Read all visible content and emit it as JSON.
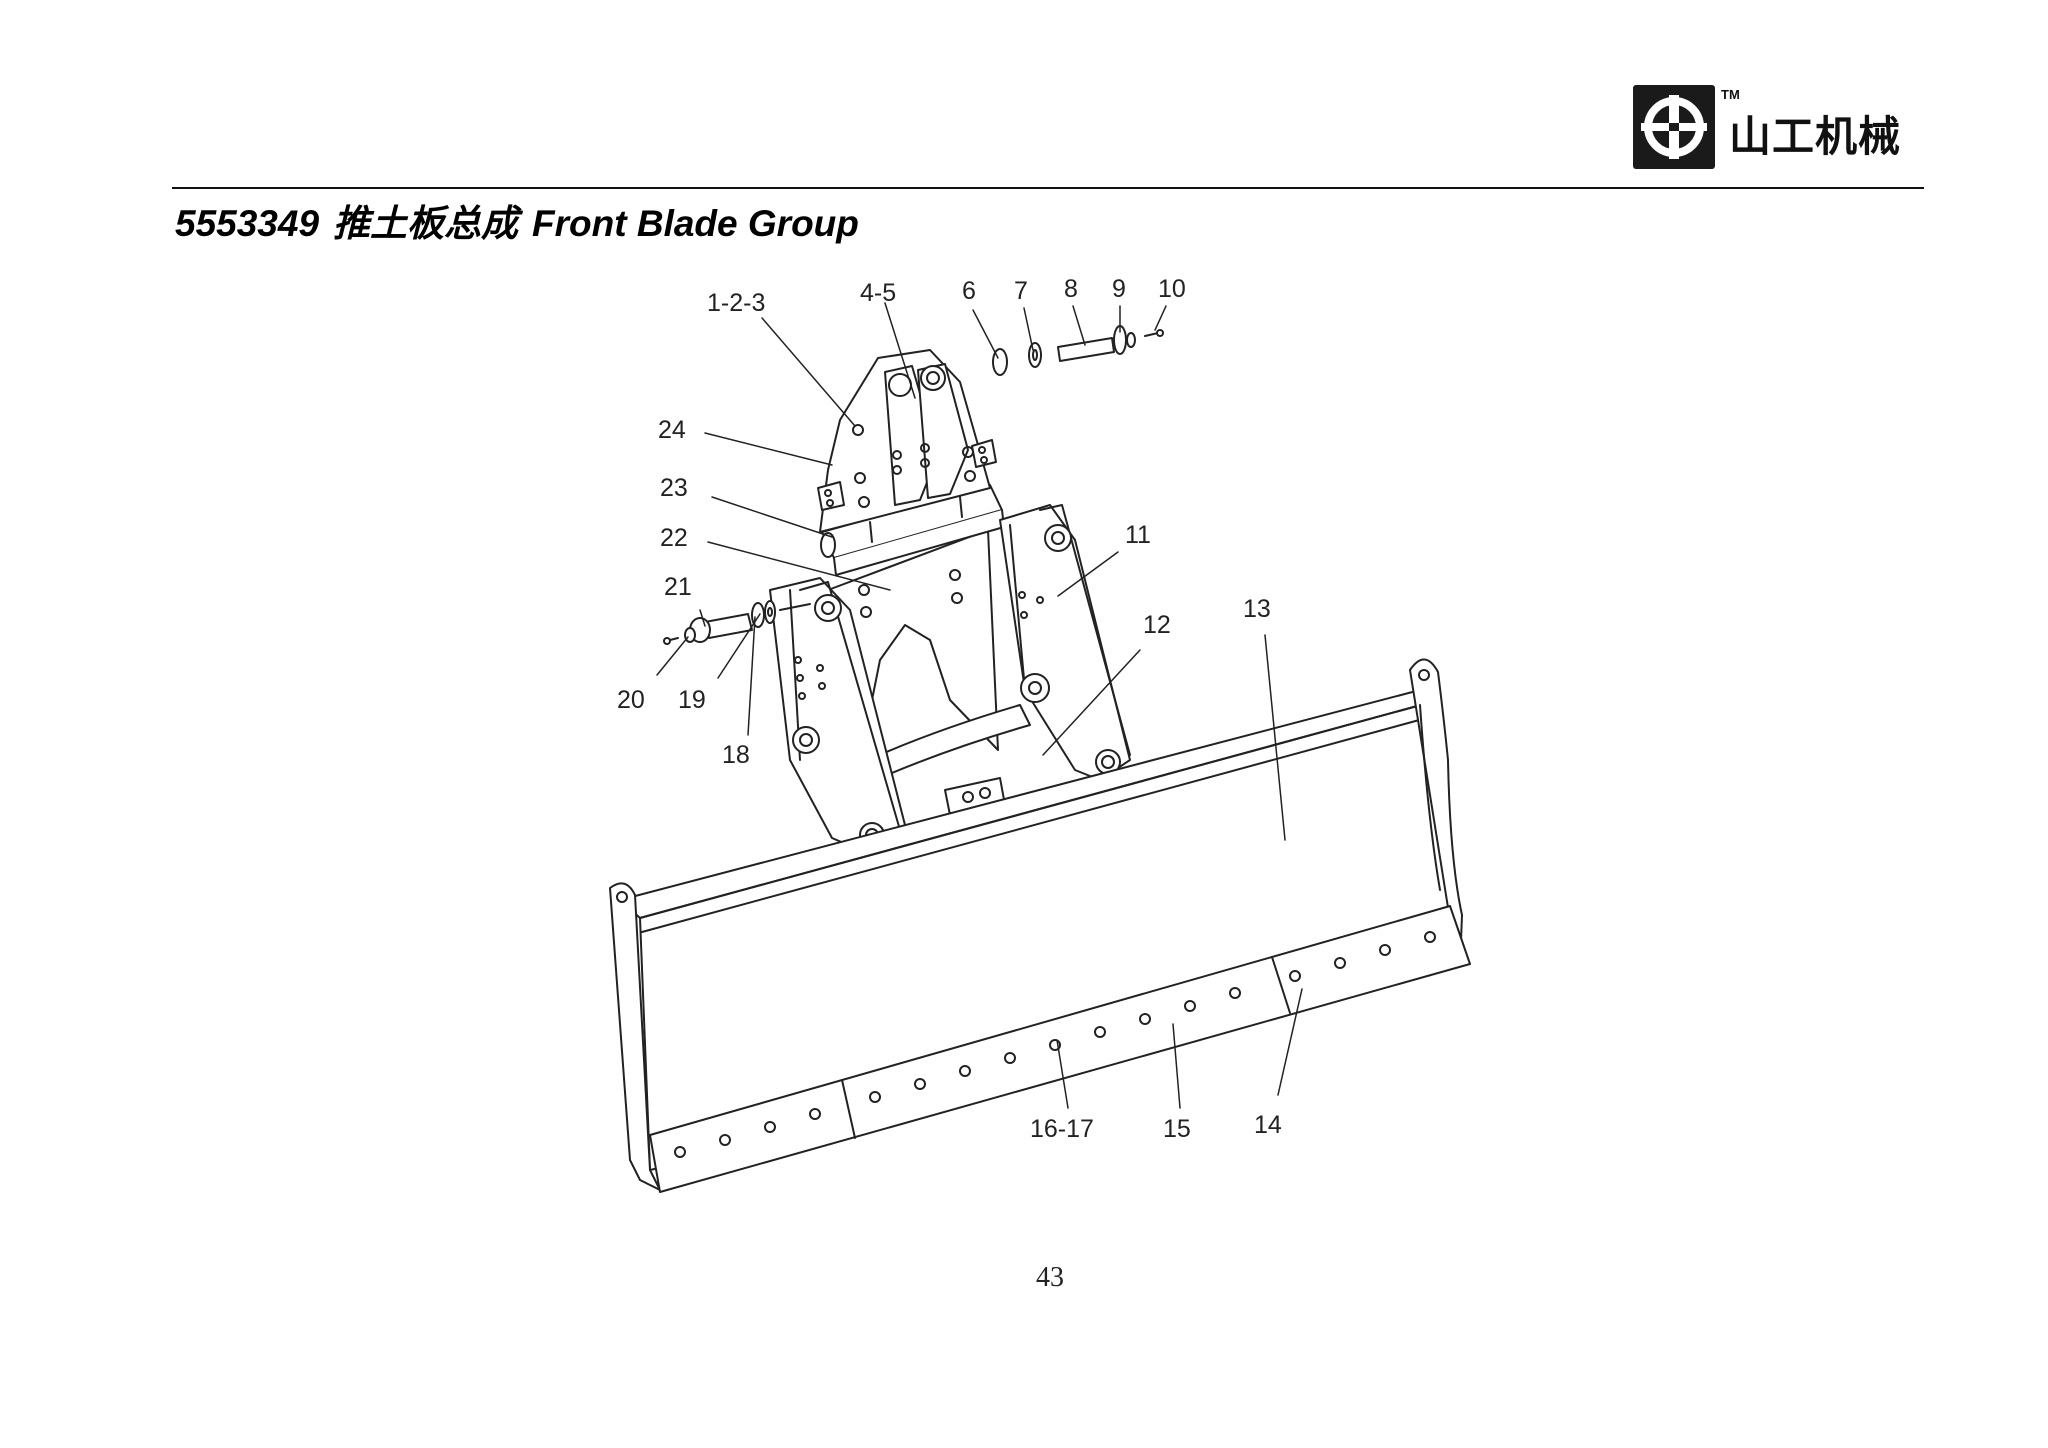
{
  "header": {
    "brand_tm": "TM",
    "brand_name": "山工机械",
    "logo_icon": "sem-emblem-icon"
  },
  "title": {
    "part_number": "5553349",
    "name_cn": "推土板总成",
    "name_en": "Front Blade Group"
  },
  "callouts": [
    {
      "id": "1-2-3",
      "label": "1-2-3"
    },
    {
      "id": "4-5",
      "label": "4-5"
    },
    {
      "id": "6",
      "label": "6"
    },
    {
      "id": "7",
      "label": "7"
    },
    {
      "id": "8",
      "label": "8"
    },
    {
      "id": "9",
      "label": "9"
    },
    {
      "id": "10",
      "label": "10"
    },
    {
      "id": "11",
      "label": "11"
    },
    {
      "id": "12",
      "label": "12"
    },
    {
      "id": "13",
      "label": "13"
    },
    {
      "id": "14",
      "label": "14"
    },
    {
      "id": "15",
      "label": "15"
    },
    {
      "id": "16-17",
      "label": "16-17"
    },
    {
      "id": "18",
      "label": "18"
    },
    {
      "id": "19",
      "label": "19"
    },
    {
      "id": "20",
      "label": "20"
    },
    {
      "id": "21",
      "label": "21"
    },
    {
      "id": "22",
      "label": "22"
    },
    {
      "id": "23",
      "label": "23"
    },
    {
      "id": "24",
      "label": "24"
    }
  ],
  "page_number": "43"
}
